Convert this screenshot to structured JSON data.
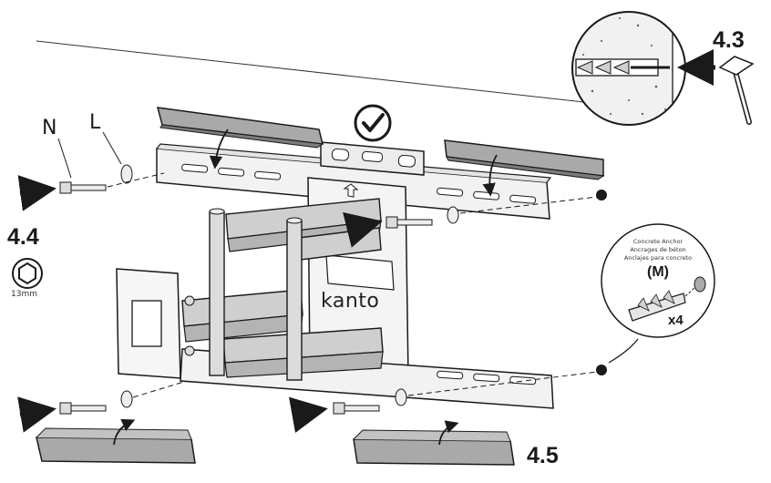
{
  "diagram": {
    "callouts": {
      "step_4_3": "4.3",
      "step_4_4": "4.4",
      "step_4_5": "4.5"
    },
    "parts": {
      "bolt": "N",
      "washer": "L",
      "anchor_size": "(M)",
      "anchor_qty": "x4"
    },
    "tool": {
      "socket_size": "13mm",
      "icon": "hex-socket-icon"
    },
    "anchor_label": {
      "line1": "Concrete Anchor",
      "line2": "Ancrages de béton",
      "line3": "Anclajes para concreto"
    },
    "brand": "kanto",
    "icons": [
      "checkmark-icon",
      "hammer-icon",
      "level-icon",
      "arrow-icon",
      "hex-socket-icon"
    ],
    "colors": {
      "line": "#1a1a1a",
      "cover_fill": "#a9a9a9",
      "cover_dark": "#7c7c7c",
      "arm_fill": "#cfcfcf"
    }
  }
}
